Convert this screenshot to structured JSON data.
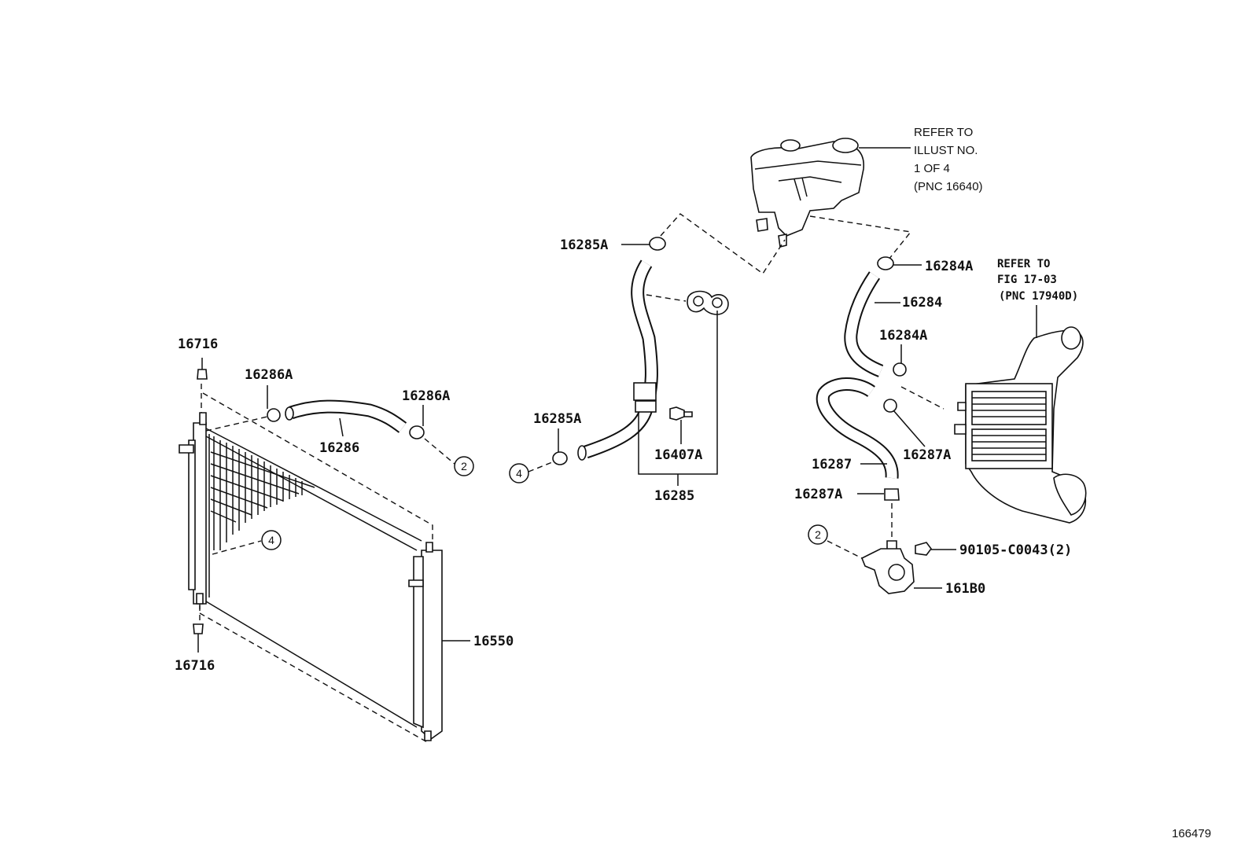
{
  "labels": {
    "clamp_16716_top": "16716",
    "clamp_16716_bottom": "16716",
    "clamp_16286A_left": "16286A",
    "clamp_16286A_right": "16286A",
    "hose_16286": "16286",
    "radiator_16550": "16550",
    "clamp_16285A_top": "16285A",
    "clamp_16285A_bottom": "16285A",
    "sensor_16407A": "16407A",
    "hose_16285": "16285",
    "clamp_16284A_top": "16284A",
    "hose_16284": "16284",
    "clamp_16284A_mid": "16284A",
    "hose_16287": "16287",
    "clamp_16287A_right": "16287A",
    "clamp_16287A_bottom": "16287A",
    "bolt_90105": "90105-C0043(2)",
    "valve_161B0": "161B0"
  },
  "notes": {
    "reservoir_ref": [
      "REFER TO",
      "ILLUST NO.",
      "1 OF 4",
      "(PNC 16640)"
    ],
    "intercooler_ref": [
      "REFER TO",
      "FIG 17-03",
      "(PNC 17940D)"
    ]
  },
  "circle_refs": {
    "c2_right_of_hose": "2",
    "c4_on_radiator": "4",
    "c4_left_of_hose": "4",
    "c2_left_of_valve": "2"
  },
  "figure_number": "166479"
}
